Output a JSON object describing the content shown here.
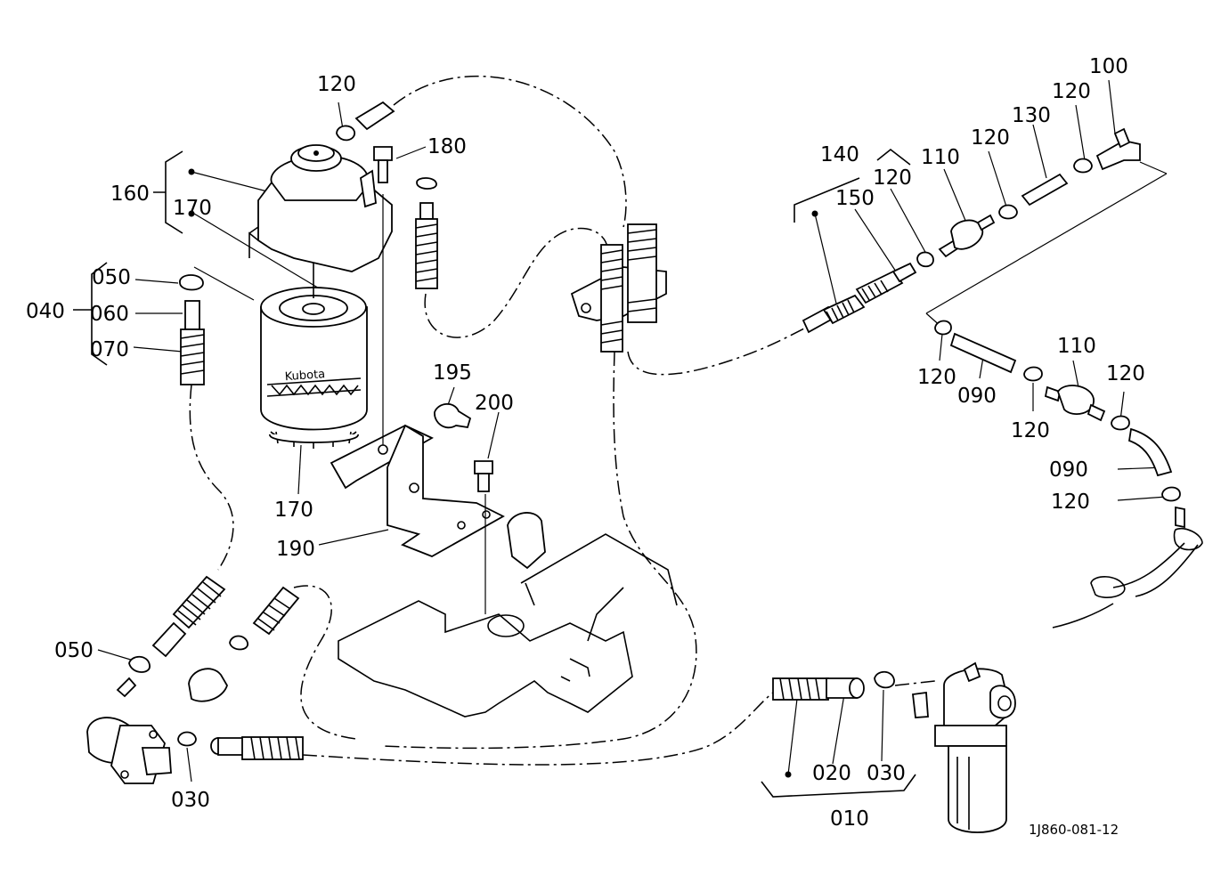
{
  "callouts": {
    "c120_top": "120",
    "c180": "180",
    "c160": "160",
    "c170_top": "170",
    "c050_top": "050",
    "c040": "040",
    "c060": "060",
    "c070": "070",
    "c195": "195",
    "c200": "200",
    "c170_bottom": "170",
    "c190": "190",
    "c050_bottom": "050",
    "c030_left": "030",
    "c140": "140",
    "c120_a": "120",
    "c150": "150",
    "c110_top": "110",
    "c120_b": "120",
    "c130": "130",
    "c120_c": "120",
    "c100": "100",
    "c120_d": "120",
    "c090_left": "090",
    "c120_e": "120",
    "c110_mid": "110",
    "c120_f": "120",
    "c090_right": "090",
    "c120_g": "120",
    "c020": "020",
    "c030_right": "030",
    "c010": "010"
  },
  "filter_brand": "Kubota",
  "doc_id": "1J860-081-12"
}
